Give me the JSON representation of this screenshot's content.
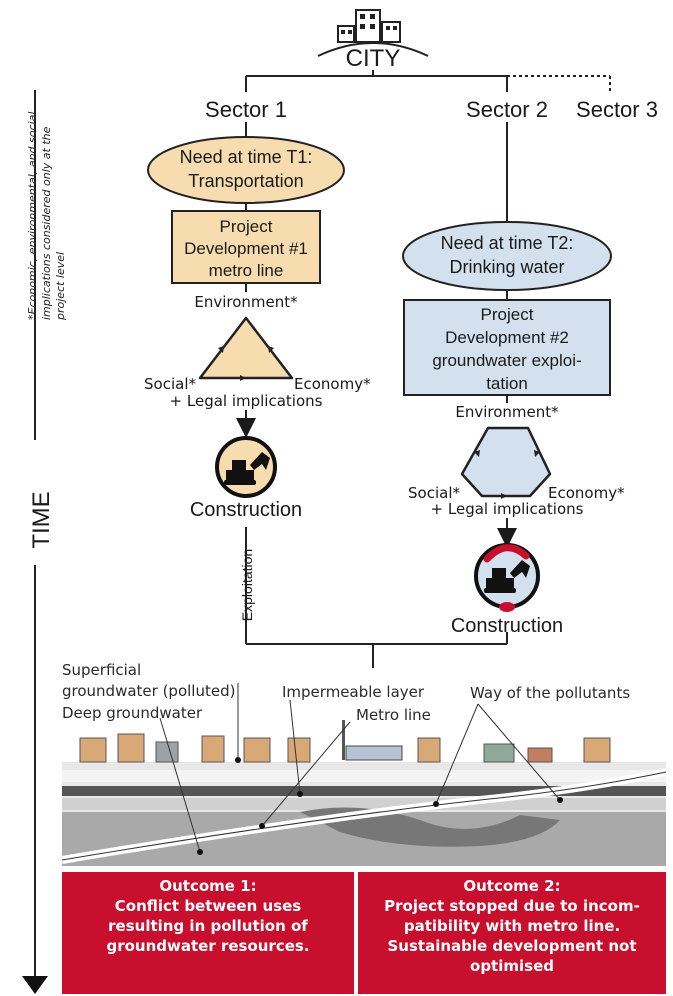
{
  "city": {
    "label": "CITY"
  },
  "sectors": {
    "s1": "Sector 1",
    "s2": "Sector 2",
    "s3": "Sector 3"
  },
  "time_label": "TIME",
  "note": "*Economic, environmental, and social implications considered only at the project level",
  "left": {
    "need": [
      "Need at time T1:",
      "Transportation"
    ],
    "project": [
      "Project",
      "Development #1",
      "metro line"
    ],
    "environment": "Environment*",
    "social": "Social*",
    "economy": "Economy*",
    "legal": "+ Legal implications",
    "construction": "Construction",
    "exploitation": "Exploitation"
  },
  "right": {
    "need": [
      "Need at time T2:",
      "Drinking water"
    ],
    "project": [
      "Project",
      "Development #2",
      "groundwater exploi-",
      "tation"
    ],
    "environment": "Environment*",
    "social": "Social*",
    "economy": "Economy*",
    "legal": "+ Legal implications",
    "construction": "Construction"
  },
  "ground": {
    "superficial": [
      "Superficial",
      "groundwater (polluted)"
    ],
    "deep": "Deep groundwater",
    "impermeable": "Impermeable layer",
    "metro": "Metro line",
    "pollutants": "Way of the pollutants"
  },
  "outcomes": [
    {
      "lines": [
        "Outcome 1:",
        "Conflict between uses",
        "resulting in pollution of",
        "groundwater resources."
      ]
    },
    {
      "lines": [
        "Outcome 2:",
        "Project stopped due to incom-",
        "patibility with metro line.",
        "Sustainable development not",
        "optimised"
      ]
    }
  ],
  "colors": {
    "tan": "#f6dcae",
    "blue": "#d3e0ee",
    "red": "#c8102e",
    "ground_light": "#e6e6e6",
    "ground_dark": "#5a5a5a",
    "ground_mid": "#a8a8a8"
  }
}
